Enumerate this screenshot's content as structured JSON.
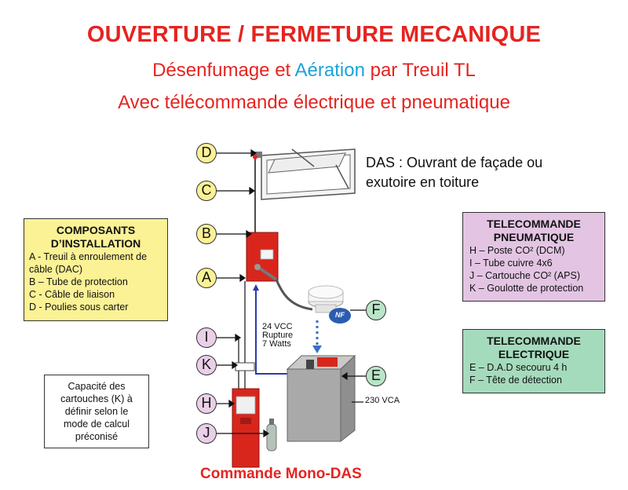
{
  "title": {
    "main": "OUVERTURE / FERMETURE MECANIQUE",
    "sub_part1": "Désenfumage et ",
    "sub_accent": "Aération",
    "sub_part2": " par Treuil TL",
    "line3": "Avec télécommande électrique et pneumatique"
  },
  "colors": {
    "title_red": "#e52420",
    "accent_blue": "#1ba3d6",
    "box_yellow": "#fbf296",
    "box_pink": "#e3c5e3",
    "box_green": "#a5dbbd",
    "wire_blue": "#2a3aa8"
  },
  "das_label": {
    "line1": "DAS : Ouvrant de façade ou",
    "line2": "exutoire en toiture"
  },
  "composants": {
    "heading1": "COMPOSANTS",
    "heading2": "D’INSTALLATION",
    "items": [
      "A - Treuil à enroulement de",
      "câble (DAC)",
      "B – Tube de protection",
      "C - Câble de liaison",
      "D - Poulies sous carter"
    ]
  },
  "pneumatique": {
    "heading1": "TELECOMMANDE",
    "heading2": "PNEUMATIQUE",
    "items": [
      "H – Poste CO² (DCM)",
      "I – Tube cuivre 4x6",
      "J – Cartouche CO² (APS)",
      "K – Goulotte de protection"
    ]
  },
  "electrique": {
    "heading1": "TELECOMMANDE",
    "heading2": "ELECTRIQUE",
    "items": [
      "E – D.A.D secouru 4 h",
      "F – Tête de détection"
    ]
  },
  "capacite": [
    "Capacité des",
    "cartouches (K) à",
    "définir selon le",
    "mode de calcul",
    "préconisé"
  ],
  "electrical": {
    "line1": "24 VCC",
    "line2": "Rupture",
    "line3": "7 Watts",
    "vca": "230 VCA"
  },
  "letters": {
    "D": "D",
    "C": "C",
    "B": "B",
    "A": "A",
    "I": "I",
    "K": "K",
    "H": "H",
    "J": "J",
    "E": "E",
    "F": "F"
  },
  "nf_logo": "NF",
  "footer": "Commande Mono-DAS"
}
